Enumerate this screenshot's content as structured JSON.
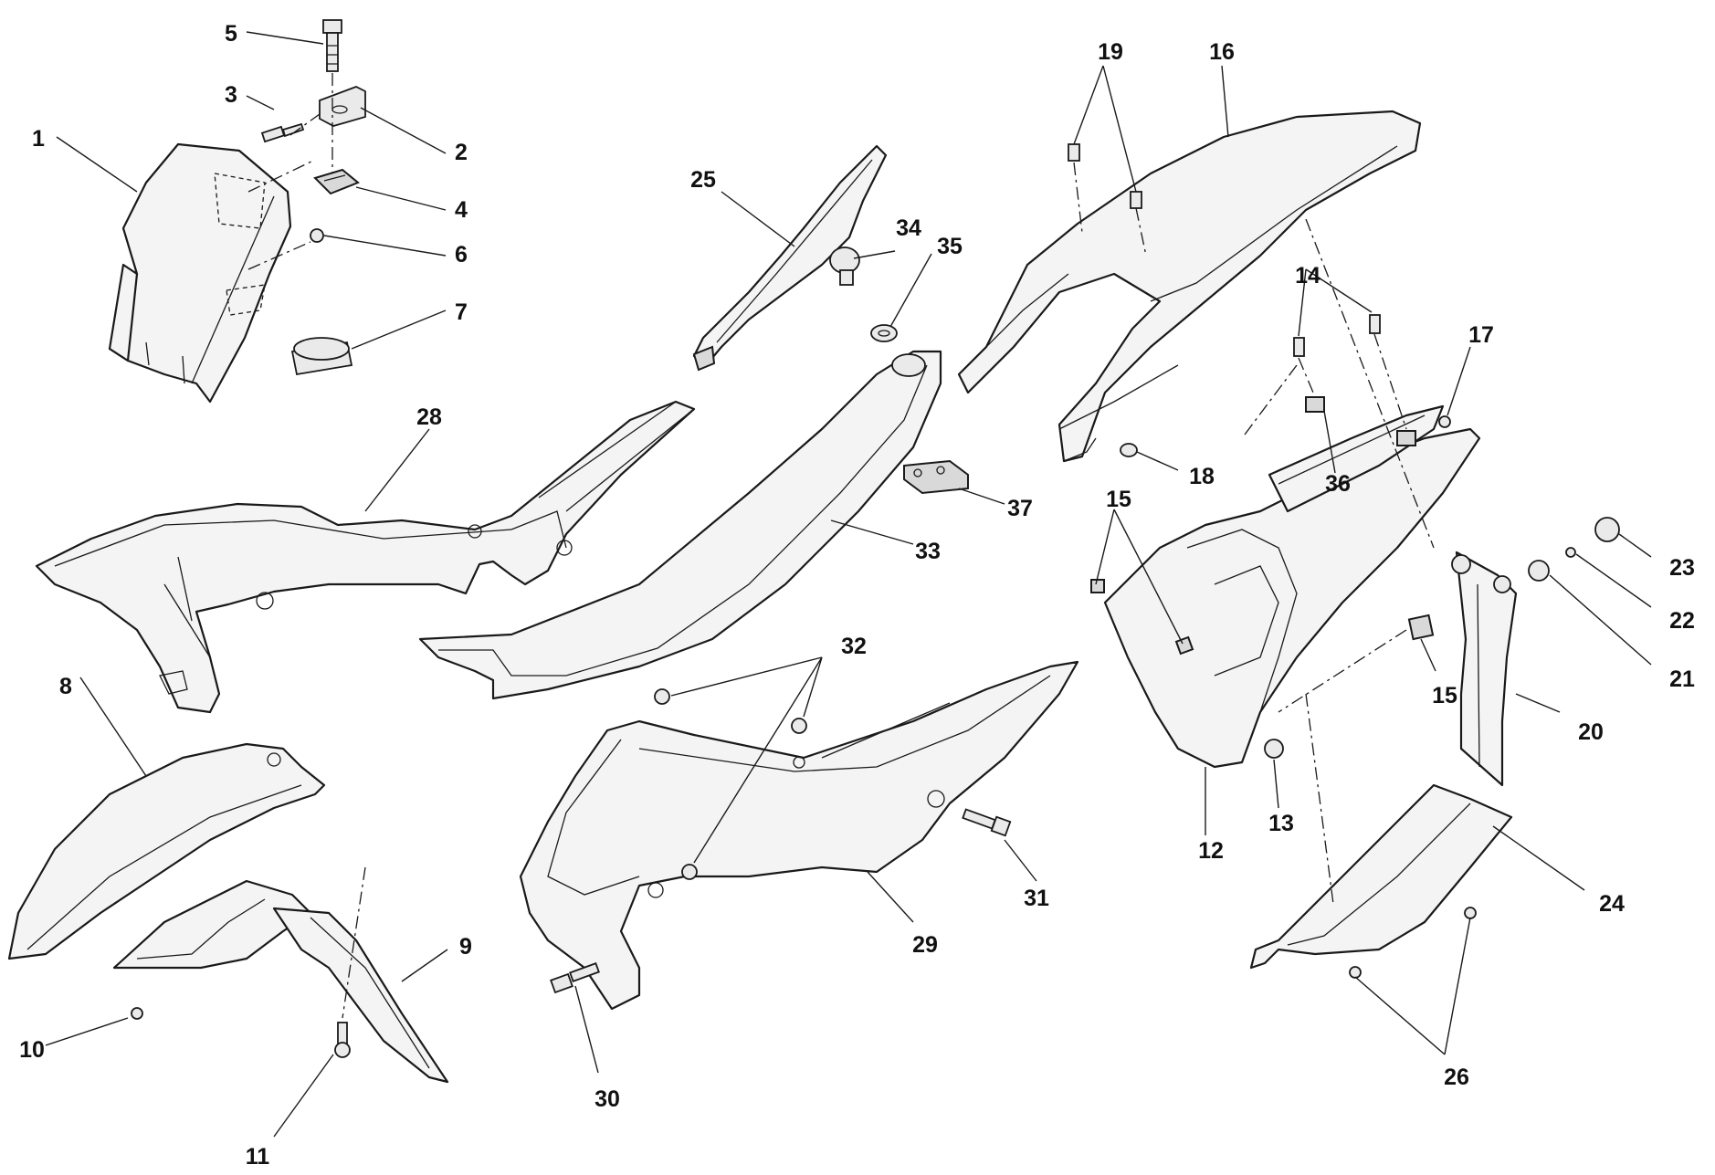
{
  "diagram": {
    "callouts": [
      {
        "label": "1"
      },
      {
        "label": "2"
      },
      {
        "label": "3"
      },
      {
        "label": "4"
      },
      {
        "label": "5"
      },
      {
        "label": "6"
      },
      {
        "label": "7"
      },
      {
        "label": "8"
      },
      {
        "label": "9"
      },
      {
        "label": "10"
      },
      {
        "label": "11"
      },
      {
        "label": "12"
      },
      {
        "label": "13"
      },
      {
        "label": "14"
      },
      {
        "label": "15"
      },
      {
        "label": "15"
      },
      {
        "label": "16"
      },
      {
        "label": "17"
      },
      {
        "label": "18"
      },
      {
        "label": "19"
      },
      {
        "label": "20"
      },
      {
        "label": "21"
      },
      {
        "label": "22"
      },
      {
        "label": "23"
      },
      {
        "label": "24"
      },
      {
        "label": "25"
      },
      {
        "label": "26"
      },
      {
        "label": "28"
      },
      {
        "label": "29"
      },
      {
        "label": "30"
      },
      {
        "label": "31"
      },
      {
        "label": "32"
      },
      {
        "label": "33"
      },
      {
        "label": "34"
      },
      {
        "label": "35"
      },
      {
        "label": "36"
      },
      {
        "label": "37"
      }
    ]
  }
}
